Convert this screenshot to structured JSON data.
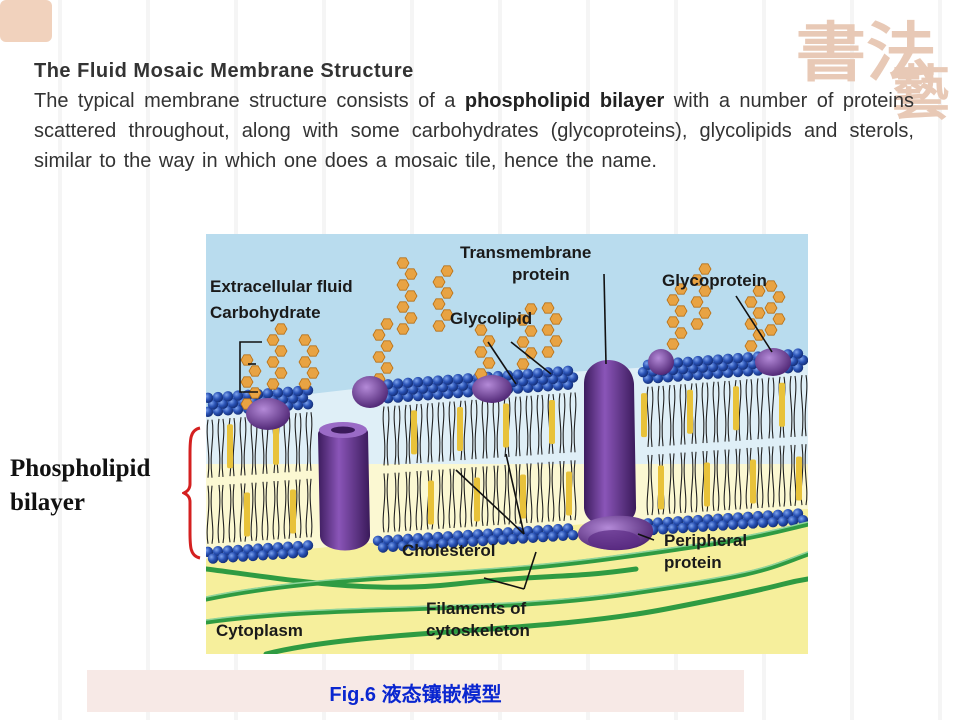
{
  "slide": {
    "title": "The Fluid Mosaic Membrane Structure",
    "paragraph_part1": "The typical membrane structure consists of a ",
    "paragraph_bold": "phospholipid  bilayer",
    "paragraph_part2": " with a number of proteins scattered throughout, along with some carbohydrates (glycoproteins), glycolipids and sterols, similar to the way in which one does a mosaic tile, hence the name.",
    "side_label_line1": "Phospholipid",
    "side_label_line2": "bilayer",
    "caption": "Fig.6 液态镶嵌模型"
  },
  "figure_labels": {
    "extracellular_fluid": "Extracellular fluid",
    "carbohydrate": "Carbohydrate",
    "transmembrane_line1": "Transmembrane",
    "transmembrane_line2": "protein",
    "glycolipid": "Glycolipid",
    "glycoprotein": "Glycoprotein",
    "cholesterol": "Cholesterol",
    "peripheral_line1": "Peripheral",
    "peripheral_line2": "protein",
    "filaments_line1": "Filaments of",
    "filaments_line2": "cytoskeleton",
    "cytoplasm": "Cytoplasm"
  },
  "decor": {
    "calligraphy_top": "書法",
    "calligraphy_side": "藝"
  },
  "colors": {
    "caption_text": "#0a26d0",
    "caption_bar": "#f7e9e6",
    "brace": "#d42020",
    "extracellular": "#b9dcee",
    "cytoplasm": "#f6ef9c",
    "head": "#2a53b6",
    "protein": "#6f3a9a",
    "sugar": "#e8a343",
    "filament": "#2f9b42"
  }
}
